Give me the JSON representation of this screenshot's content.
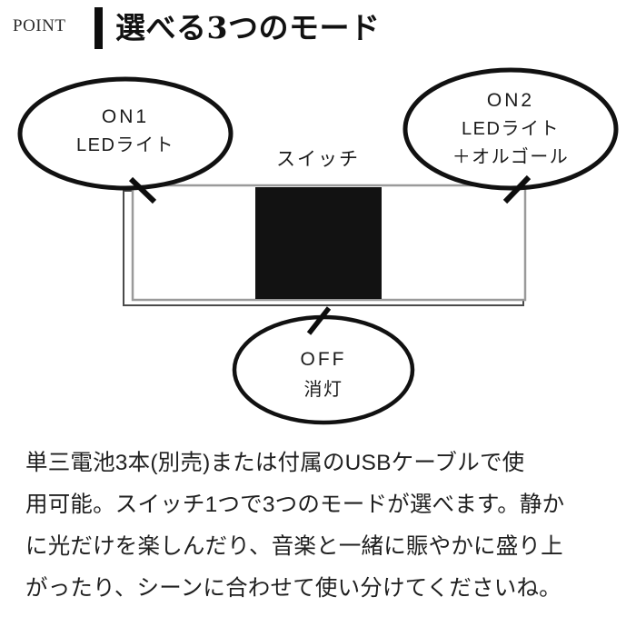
{
  "header": {
    "eyebrow": "POINT",
    "title": "選べる3つのモード"
  },
  "diagram": {
    "switch_label": "スイッチ",
    "callouts": {
      "on1": {
        "line1": "ON1",
        "line2": "LEDライト"
      },
      "on2": {
        "line1": "ON2",
        "line2": "LEDライト",
        "line3": "＋オルゴール"
      },
      "off": {
        "line1": "OFF",
        "line2": "消灯"
      }
    },
    "device": {
      "switch_block_color": "#121212",
      "outline_color": "#4a4a4a",
      "body_color": "#ffffff"
    }
  },
  "body": {
    "lines": [
      "単三電池3本(別売)または付属のUSBケーブルで使",
      "用可能。スイッチ1つで3つのモードが選べます。静か",
      "に光だけを楽しんだり、音楽と一緒に賑やかに盛り上",
      "がったり、シーンに合わせて使い分けてくださいね。"
    ]
  },
  "colors": {
    "background": "#ffffff",
    "ink": "#1a1a1a",
    "accent_bar": "#0d0d0d"
  }
}
